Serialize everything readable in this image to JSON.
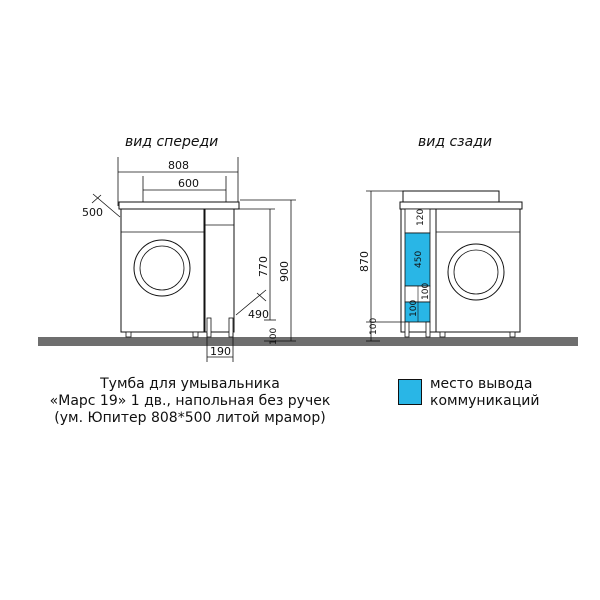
{
  "colors": {
    "floor": "#6e6e6e",
    "comm": "#29b6e6",
    "line": "#111111"
  },
  "front_view": {
    "title": "вид спереди",
    "width_total": "808",
    "width_bowl": "600",
    "depth": "500",
    "height_body": "770",
    "height_total": "900",
    "depth_sink": "490",
    "leg_height": "100",
    "leg_offset": "190"
  },
  "rear_view": {
    "title": "вид сзади",
    "height_total": "870",
    "leg_height": "100",
    "zone_top": "120",
    "zone_comm_upper": "450",
    "zone_mid": "100",
    "zone_comm_lower": "100"
  },
  "caption": {
    "line1": "Тумба для умывальника",
    "line2": "«Марс 19» 1 дв., напольная без ручек",
    "line3": "(ум. Юпитер 808*500 литой мрамор)"
  },
  "legend": {
    "line1": "место вывода",
    "line2": "коммуникаций"
  }
}
